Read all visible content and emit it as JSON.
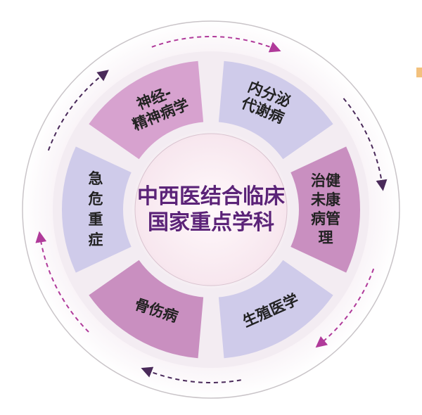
{
  "center": {
    "lines": [
      "中西医结合临床",
      "国家重点学科"
    ],
    "color": "#5b2378"
  },
  "segments": [
    {
      "name": "neuro-psychiatry",
      "lines": [
        "神经-",
        "精神病学"
      ],
      "color": "#d7a2cf"
    },
    {
      "name": "endocrine-metabolic",
      "lines": [
        "内分泌",
        "代谢病"
      ],
      "color": "#cfcbea"
    },
    {
      "name": "preventive-care",
      "lines": [
        "治健",
        "未康",
        "病管",
        "理"
      ],
      "color": "#c98fc0"
    },
    {
      "name": "reproductive-medicine",
      "lines": [
        "生殖医学"
      ],
      "color": "#cfcbea"
    },
    {
      "name": "orthopedic-trauma",
      "lines": [
        "骨伤病"
      ],
      "color": "#c98fc0"
    },
    {
      "name": "critical-care",
      "lines": [
        "急",
        "危",
        "重",
        "症"
      ],
      "color": "#cfcbea"
    }
  ],
  "arrow_colors": [
    "#4a2a5a",
    "#b03a9a"
  ]
}
